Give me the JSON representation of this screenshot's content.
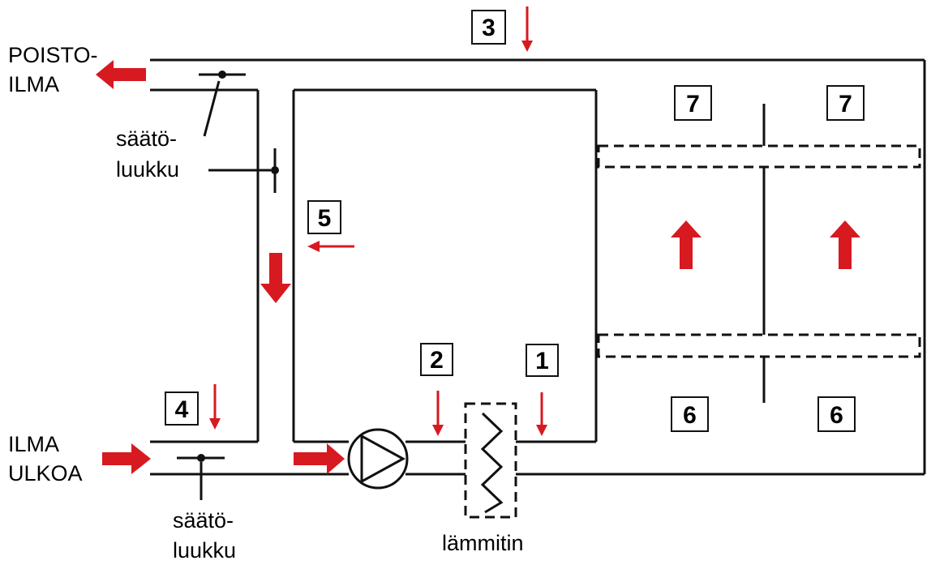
{
  "labels": {
    "exhaust_line1": "POISTO-",
    "exhaust_line2": "ILMA",
    "outdoor_line1": "ILMA",
    "outdoor_line2": "ULKOA",
    "damper_top_line1": "säätö-",
    "damper_top_line2": "luukku",
    "damper_bottom_line1": "säätö-",
    "damper_bottom_line2": "luukku",
    "heater": "lämmitin"
  },
  "points": [
    "1",
    "2",
    "3",
    "4",
    "5",
    "6",
    "6",
    "7",
    "7"
  ],
  "colors": {
    "arrow": "#d71920",
    "line": "#111111"
  }
}
